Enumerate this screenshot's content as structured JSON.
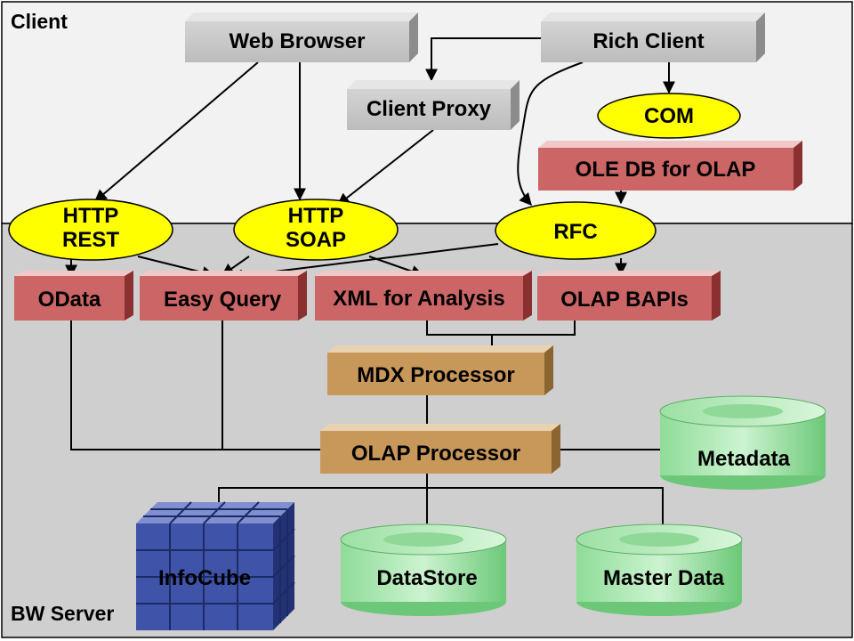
{
  "zones": {
    "client": "Client",
    "server": "BW Server"
  },
  "client_tier": {
    "web_browser": "Web Browser",
    "rich_client": "Rich Client",
    "client_proxy": "Client Proxy",
    "com": "COM",
    "ole_db": "OLE DB for OLAP"
  },
  "protocols": {
    "http_rest": [
      "HTTP",
      "REST"
    ],
    "http_soap": [
      "HTTP",
      "SOAP"
    ],
    "rfc": "RFC"
  },
  "interfaces": {
    "odata": "OData",
    "easy_query": "Easy Query",
    "xmla": "XML for Analysis",
    "olap_bapis": "OLAP BAPIs"
  },
  "processors": {
    "mdx": "MDX Processor",
    "olap": "OLAP Processor"
  },
  "storage": {
    "metadata": "Metadata",
    "infocube": "InfoCube",
    "datastore": "DataStore",
    "master_data": "Master Data"
  },
  "colors": {
    "client_bg": "#f2f2f2",
    "server_bg": "#cfcfcf",
    "gray_box": "#c8c8c8",
    "ellipse": "#ffff00",
    "red_box": "#cc6666",
    "tan_box": "#c8985a",
    "green_db": "#7fd68a",
    "cube": "#3f53a8"
  }
}
